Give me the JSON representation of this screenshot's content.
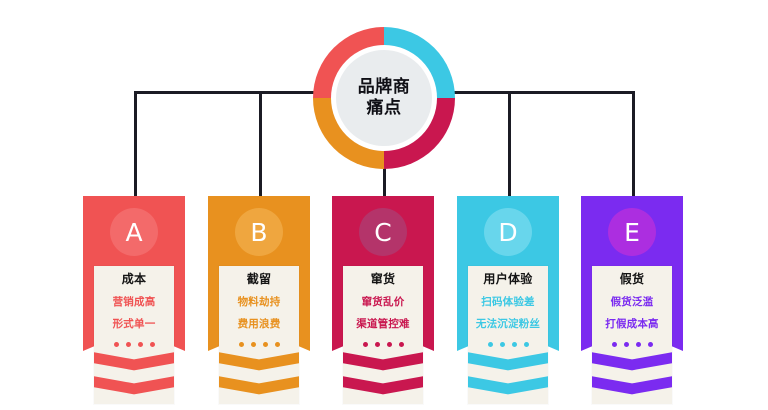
{
  "diagram": {
    "hub": {
      "line1": "品牌商",
      "line2": "痛点",
      "ring_colors": [
        "#F05353",
        "#3CC8E4",
        "#C9174F",
        "#E8911F"
      ],
      "core_color": "#E9ECEE"
    },
    "columns": [
      {
        "letter": "A",
        "title": "成本",
        "items": [
          "营销成高",
          "形式单一"
        ],
        "color": "#F05353",
        "circle_color": "#F36A6A",
        "text_color": "#F05353",
        "dot_count": 4
      },
      {
        "letter": "B",
        "title": "截留",
        "items": [
          "物料劫持",
          "费用浪费"
        ],
        "color": "#E8911F",
        "circle_color": "#EFA63F",
        "text_color": "#E8911F",
        "dot_count": 4
      },
      {
        "letter": "C",
        "title": "窜货",
        "items": [
          "窜货乱价",
          "渠道管控难"
        ],
        "color": "#C9174F",
        "circle_color": "#B4346A",
        "text_color": "#C9174F",
        "dot_count": 4
      },
      {
        "letter": "D",
        "title": "用户体验",
        "items": [
          "扫码体验差",
          "无法沉淀粉丝"
        ],
        "color": "#3CC8E4",
        "circle_color": "#68D6EC",
        "text_color": "#3CC8E4",
        "dot_count": 4
      },
      {
        "letter": "E",
        "title": "假货",
        "items": [
          "假货泛滥",
          "打假成本高"
        ],
        "color": "#7B2BF0",
        "circle_color": "#AC2EE0",
        "text_color": "#7B2BF0",
        "dot_count": 4
      }
    ],
    "connector_color": "#1B1B24"
  }
}
